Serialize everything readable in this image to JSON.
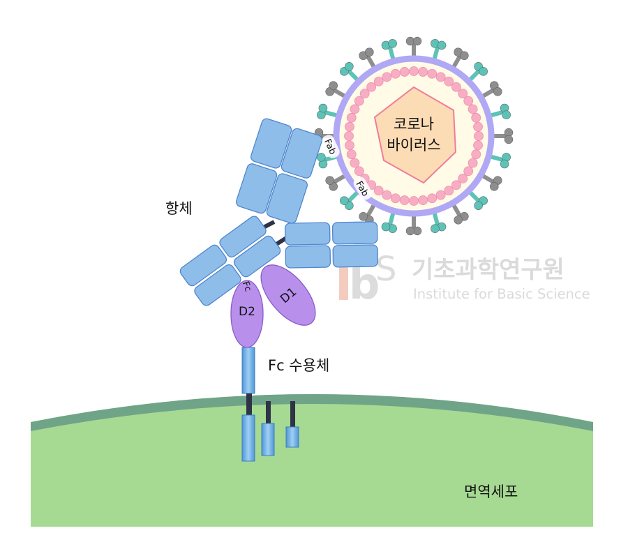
{
  "labels": {
    "antibody": "항체",
    "virus_line1": "코로나",
    "virus_line2": "바이러스",
    "fab_1": "Fab",
    "fab_2": "Fab",
    "fc": "Fc",
    "d1": "D1",
    "d2": "D2",
    "receptor": "Fc 수용체",
    "immune_cell": "면역세포"
  },
  "logo": {
    "mark": "ibs",
    "korean": "기초과학연구원",
    "english": "Institute for Basic Science"
  },
  "colors": {
    "antibody_block": "#8fbde9",
    "fc_domain": "#b890ec",
    "virus_envelope": "#b0a8f5",
    "virus_beads": "#f7aec4",
    "virus_core": "#fbdcb4",
    "spike_gray": "#8e8e8e",
    "spike_teal": "#5cc3b6",
    "cell_fill": "#a6da92",
    "cell_membrane": "#6fa488"
  }
}
